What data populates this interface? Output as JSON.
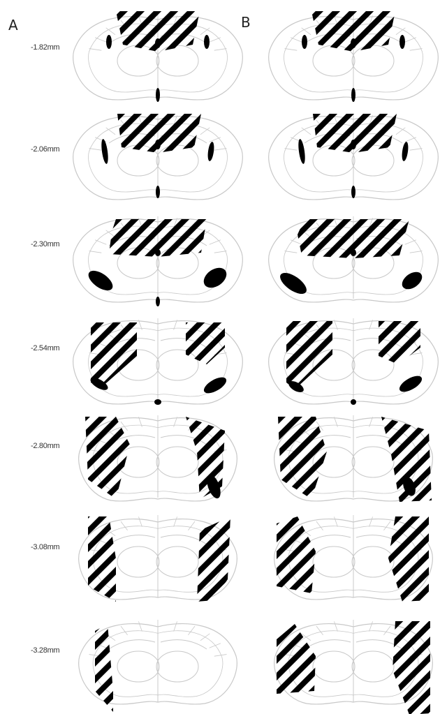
{
  "panels": [
    {
      "id": "A",
      "label": "A"
    },
    {
      "id": "B",
      "label": "B"
    }
  ],
  "levels": [
    {
      "label": "-1.82mm"
    },
    {
      "label": "-2.06mm"
    },
    {
      "label": "-2.30mm"
    },
    {
      "label": "-2.54mm"
    },
    {
      "label": "-2.80mm"
    },
    {
      "label": "-3.08mm"
    },
    {
      "label": "-3.28mm"
    }
  ],
  "colors": {
    "outline": "#c8c8c8",
    "hatch": "#000000",
    "lesion_solid": "#000000"
  }
}
